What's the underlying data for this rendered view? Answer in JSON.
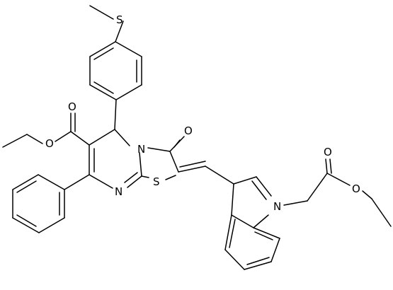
{
  "labels": {
    "s_methylthio": "S",
    "o_ester_carbonyl_left": "O",
    "o_ester_ether_left": "O",
    "n_ring": "N",
    "o_ketone": "O",
    "n_imine": "N",
    "s_thiazole": "S",
    "n_indole": "N",
    "o_ester_carbonyl_right": "O",
    "o_ester_ether_right": "O"
  }
}
